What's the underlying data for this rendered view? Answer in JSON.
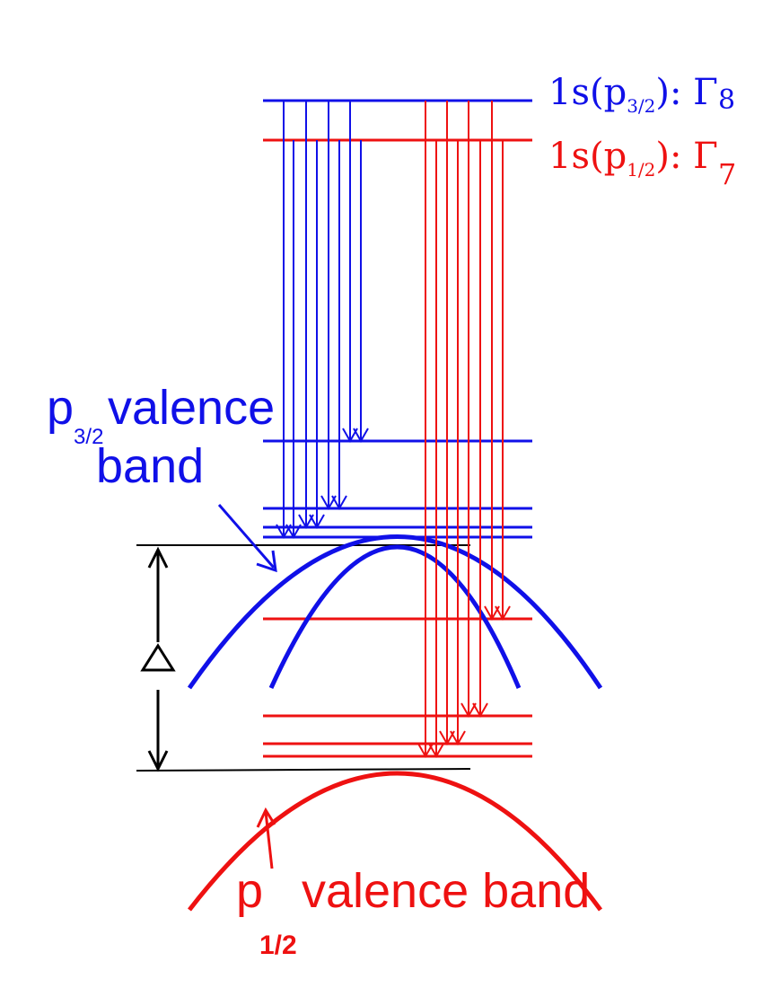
{
  "colors": {
    "p32": "#1010e8",
    "p12": "#ee1111",
    "axis": "#000000"
  },
  "labels": {
    "gamma8": {
      "prefix": "1s(p",
      "sub": "3/2",
      "suffix": "): Γ",
      "tail": "8"
    },
    "gamma7": {
      "prefix": "1s(p",
      "sub": "1/2",
      "suffix": "): Γ",
      "tail": "7"
    },
    "p32_band": {
      "p": "p",
      "sub": "3/2",
      "word1": "valence",
      "word2": "band"
    },
    "p12_band": {
      "p": "p",
      "sub": "1/2",
      "rest": "valence band"
    },
    "delta": "Δ"
  },
  "icons": {
    "delta_arrow": "double-headed-arrow",
    "pointer_p32": "pointer-arrow",
    "pointer_p12": "pointer-arrow"
  }
}
